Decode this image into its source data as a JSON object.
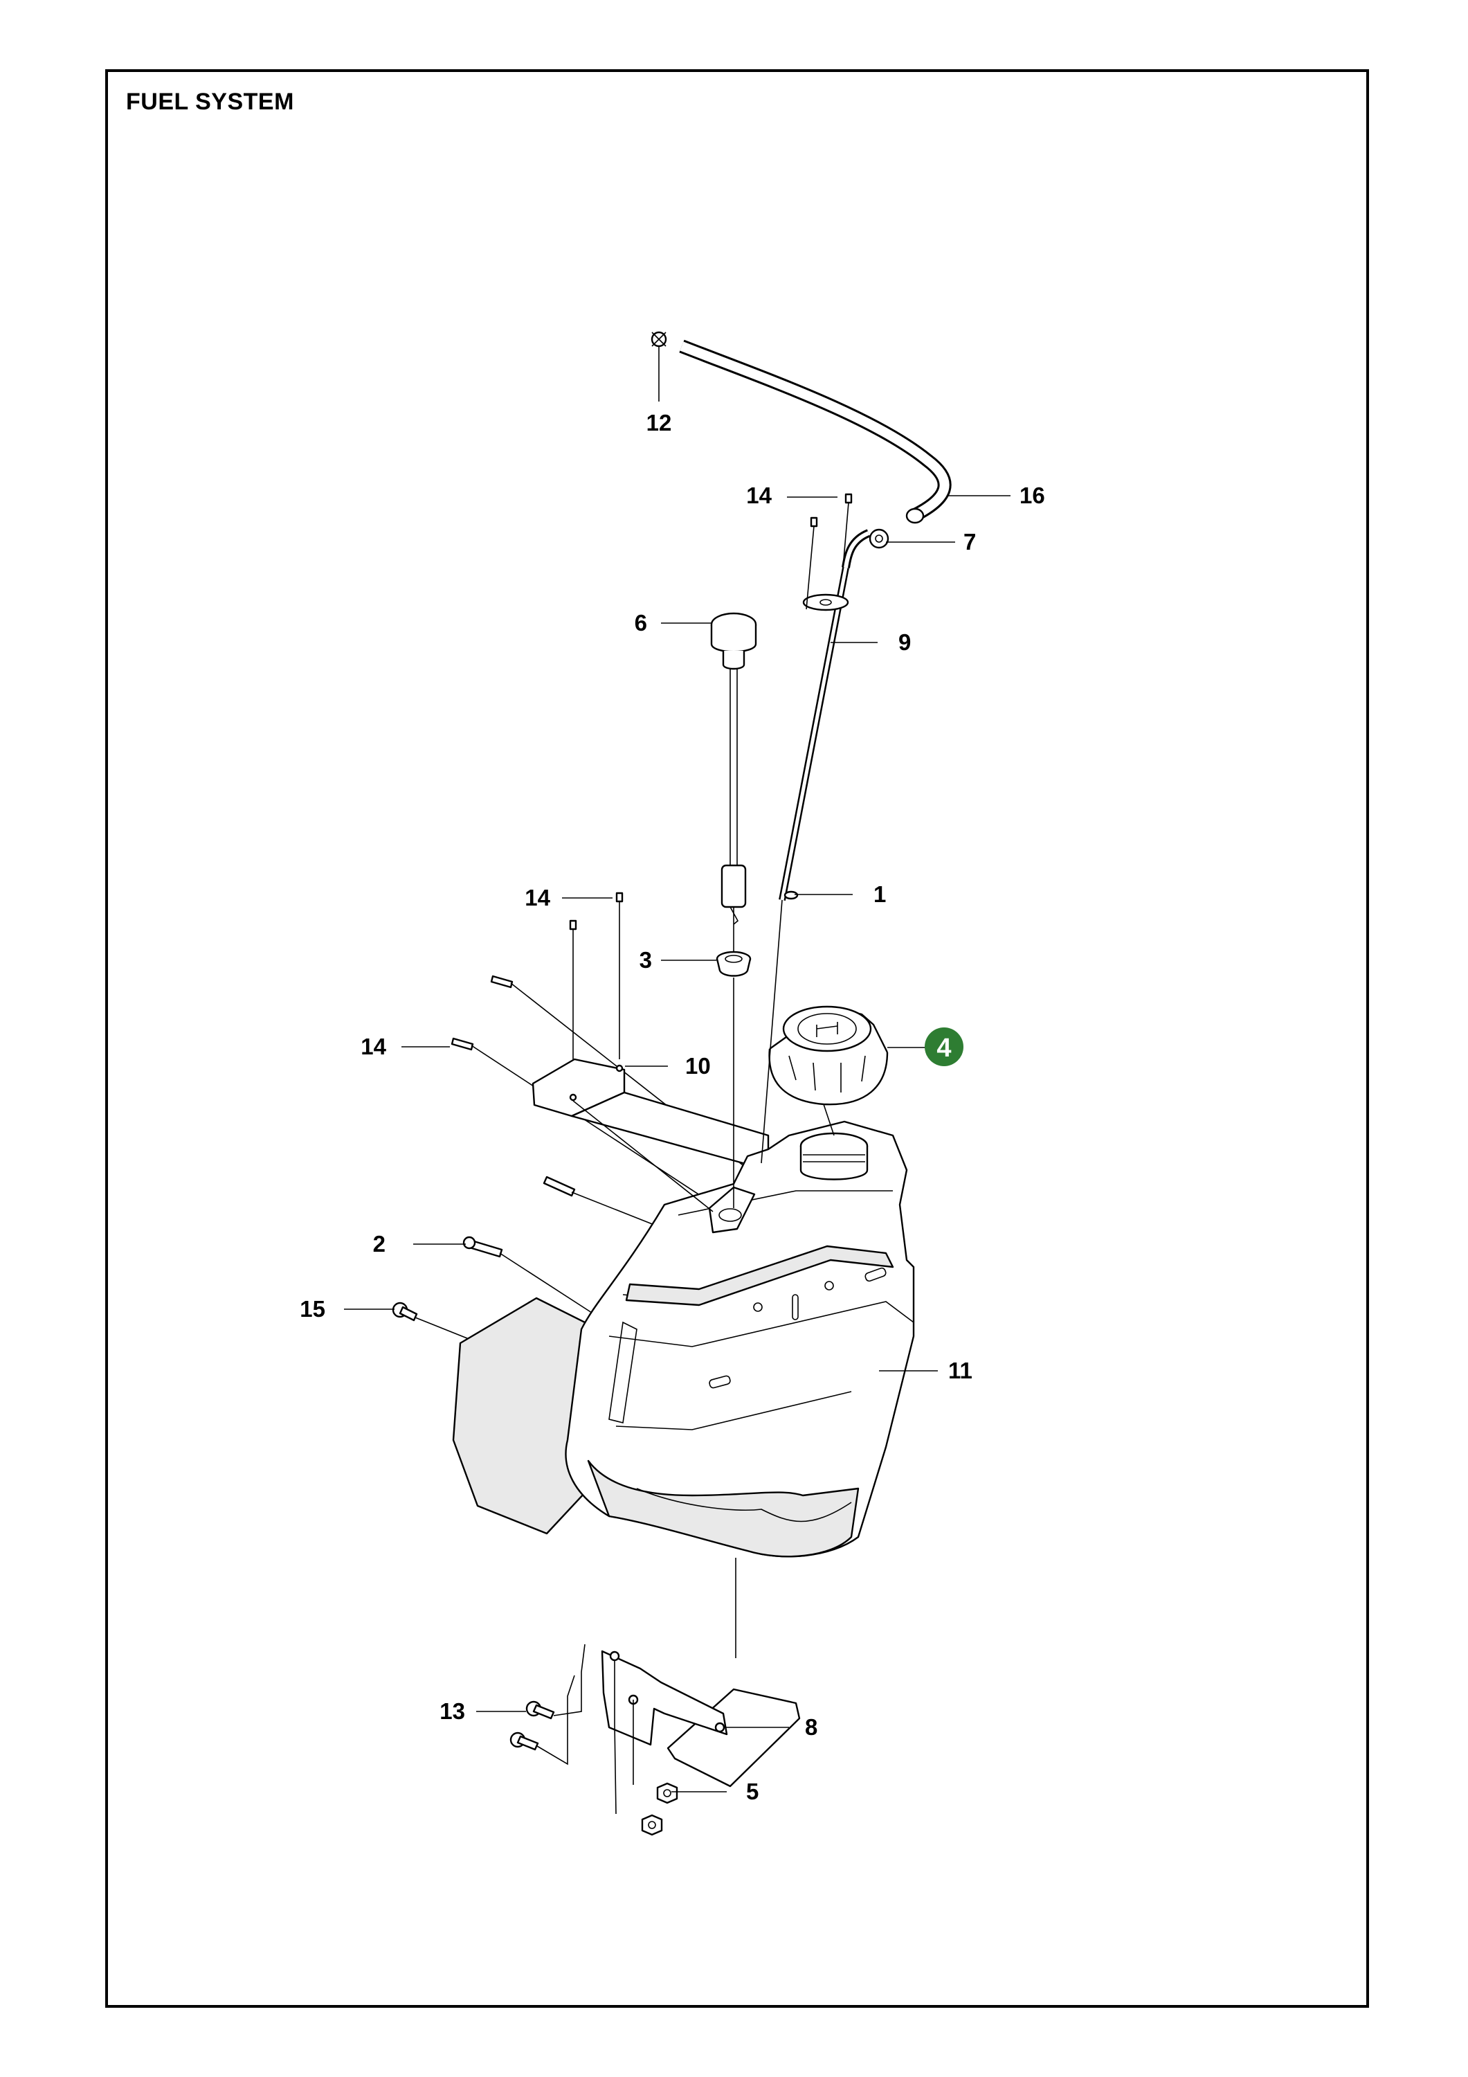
{
  "title": "FUEL SYSTEM",
  "highlight_color": "#2e7d32",
  "callouts": [
    {
      "id": "c12",
      "label": "12"
    },
    {
      "id": "c16",
      "label": "16"
    },
    {
      "id": "c14a",
      "label": "14"
    },
    {
      "id": "c7",
      "label": "7"
    },
    {
      "id": "c6",
      "label": "6"
    },
    {
      "id": "c9",
      "label": "9"
    },
    {
      "id": "c14b",
      "label": "14"
    },
    {
      "id": "c1",
      "label": "1"
    },
    {
      "id": "c3",
      "label": "3"
    },
    {
      "id": "c4",
      "label": "4",
      "highlighted": true
    },
    {
      "id": "c14c",
      "label": "14"
    },
    {
      "id": "c10",
      "label": "10"
    },
    {
      "id": "c2",
      "label": "2"
    },
    {
      "id": "c15",
      "label": "15"
    },
    {
      "id": "c11",
      "label": "11"
    },
    {
      "id": "c13",
      "label": "13"
    },
    {
      "id": "c8",
      "label": "8"
    },
    {
      "id": "c5",
      "label": "5"
    }
  ]
}
